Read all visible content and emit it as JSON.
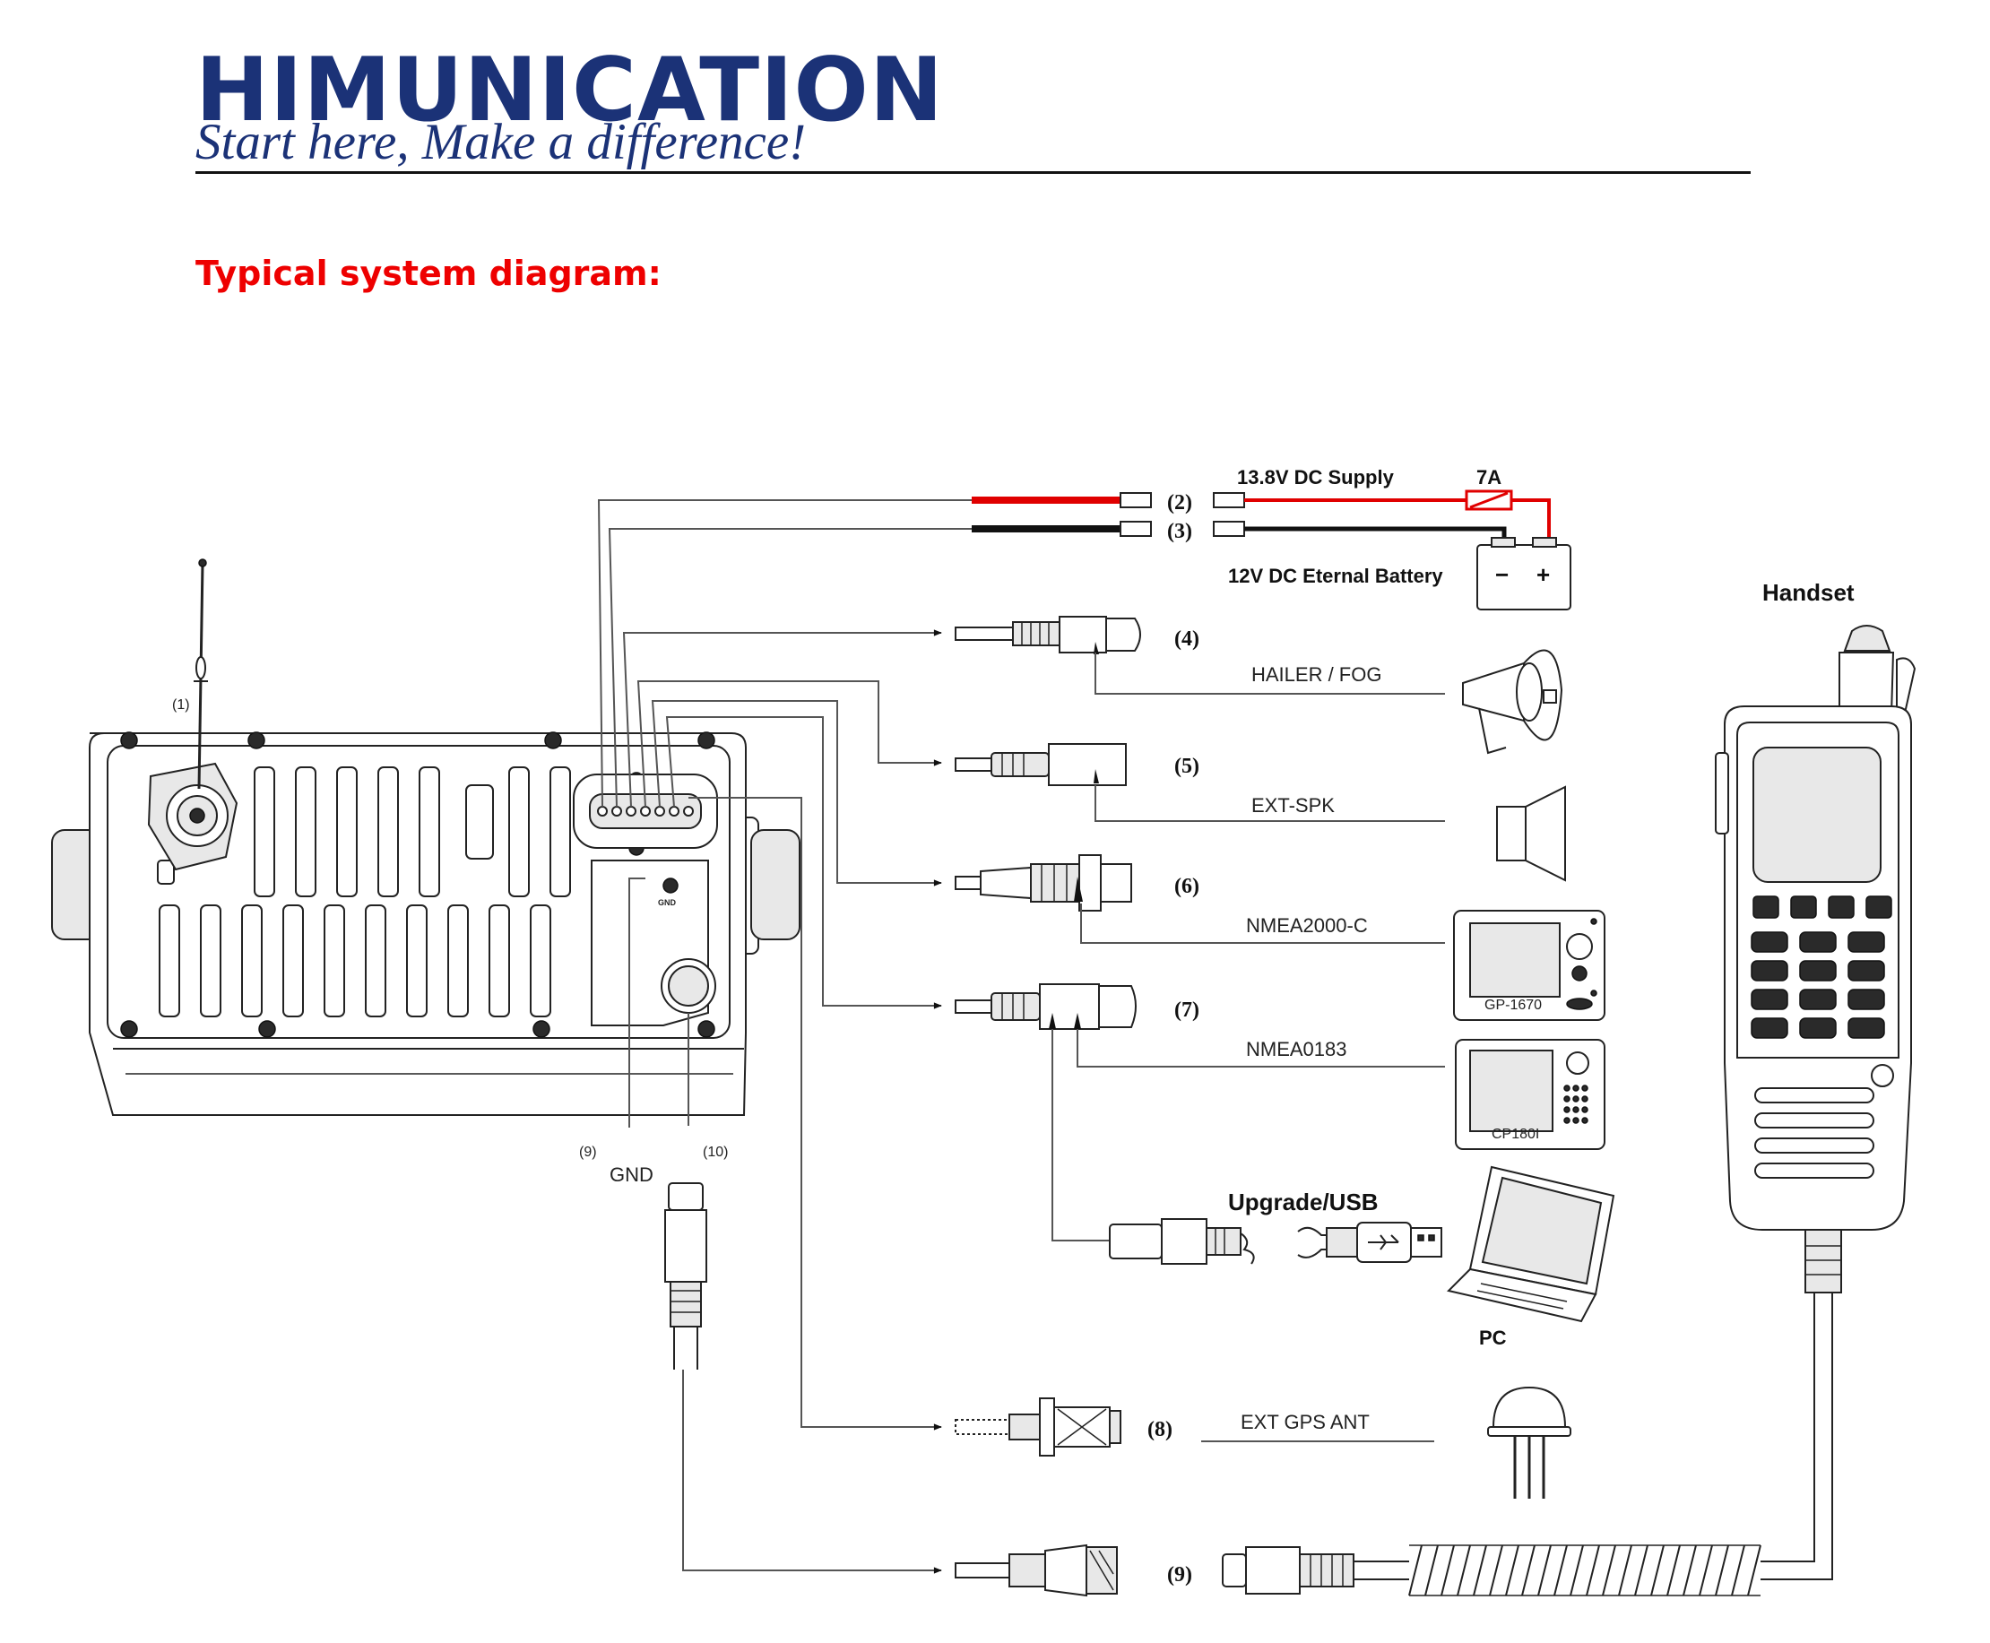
{
  "header": {
    "brand": "HIMUNICATION",
    "tagline": "Start here, Make a difference!"
  },
  "section_heading": "Typical system diagram:",
  "colors": {
    "brand": "#1b3277",
    "heading": "#ee0000",
    "dc_positive_wire": "#e00000",
    "dc_negative_wire": "#111111"
  },
  "radio_labels": {
    "antenna": "(1)",
    "ground_num": "(9)",
    "ground": "GND",
    "ground_tag": "GND",
    "handset_port": "(10)"
  },
  "connections": [
    {
      "num": "(2)",
      "label": "13.8V DC Supply",
      "fuse": "7A"
    },
    {
      "num": "(3)",
      "label": "12V DC Eternal Battery"
    },
    {
      "num": "(4)",
      "label": "HAILER / FOG"
    },
    {
      "num": "(5)",
      "label": "EXT-SPK"
    },
    {
      "num": "(6)",
      "label": "NMEA2000-C",
      "device": "GP-1670"
    },
    {
      "num": "(7)",
      "label": "NMEA0183",
      "device": "CP180I"
    },
    {
      "num": "",
      "label": "Upgrade/USB",
      "device": "PC"
    },
    {
      "num": "(8)",
      "label": "EXT GPS ANT"
    },
    {
      "num": "(9)",
      "label": ""
    }
  ],
  "battery": {
    "minus": "−",
    "plus": "+"
  },
  "handset": {
    "label": "Handset"
  }
}
